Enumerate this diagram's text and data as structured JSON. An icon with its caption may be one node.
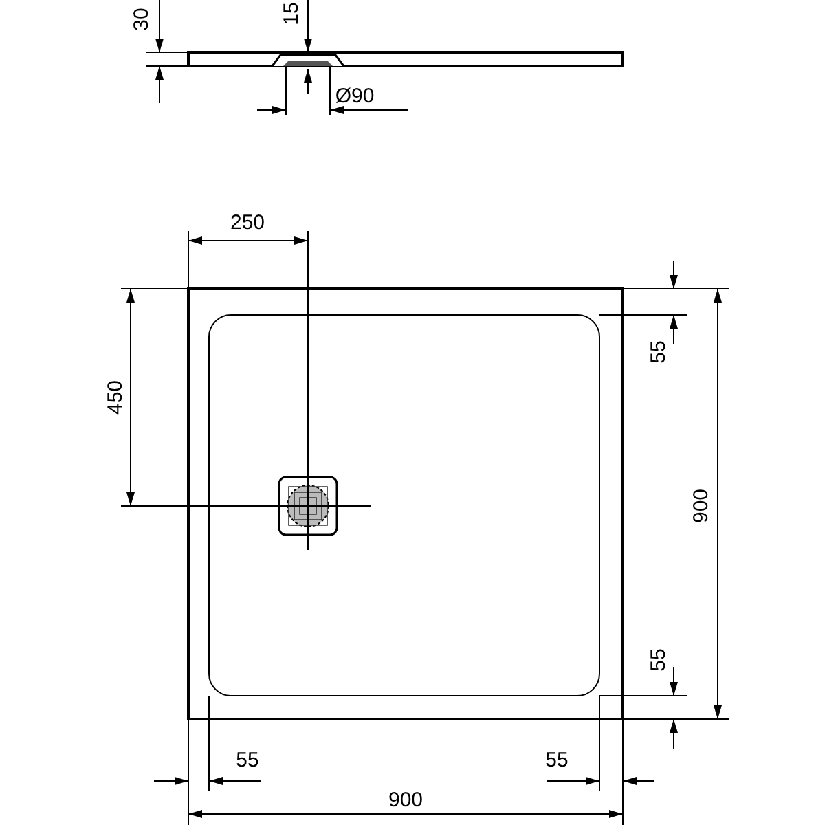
{
  "diagram": {
    "labels": [
      "30",
      "15",
      "Ø90",
      "250",
      "450",
      "55",
      "900",
      "55",
      "55",
      "55",
      "900"
    ]
  }
}
